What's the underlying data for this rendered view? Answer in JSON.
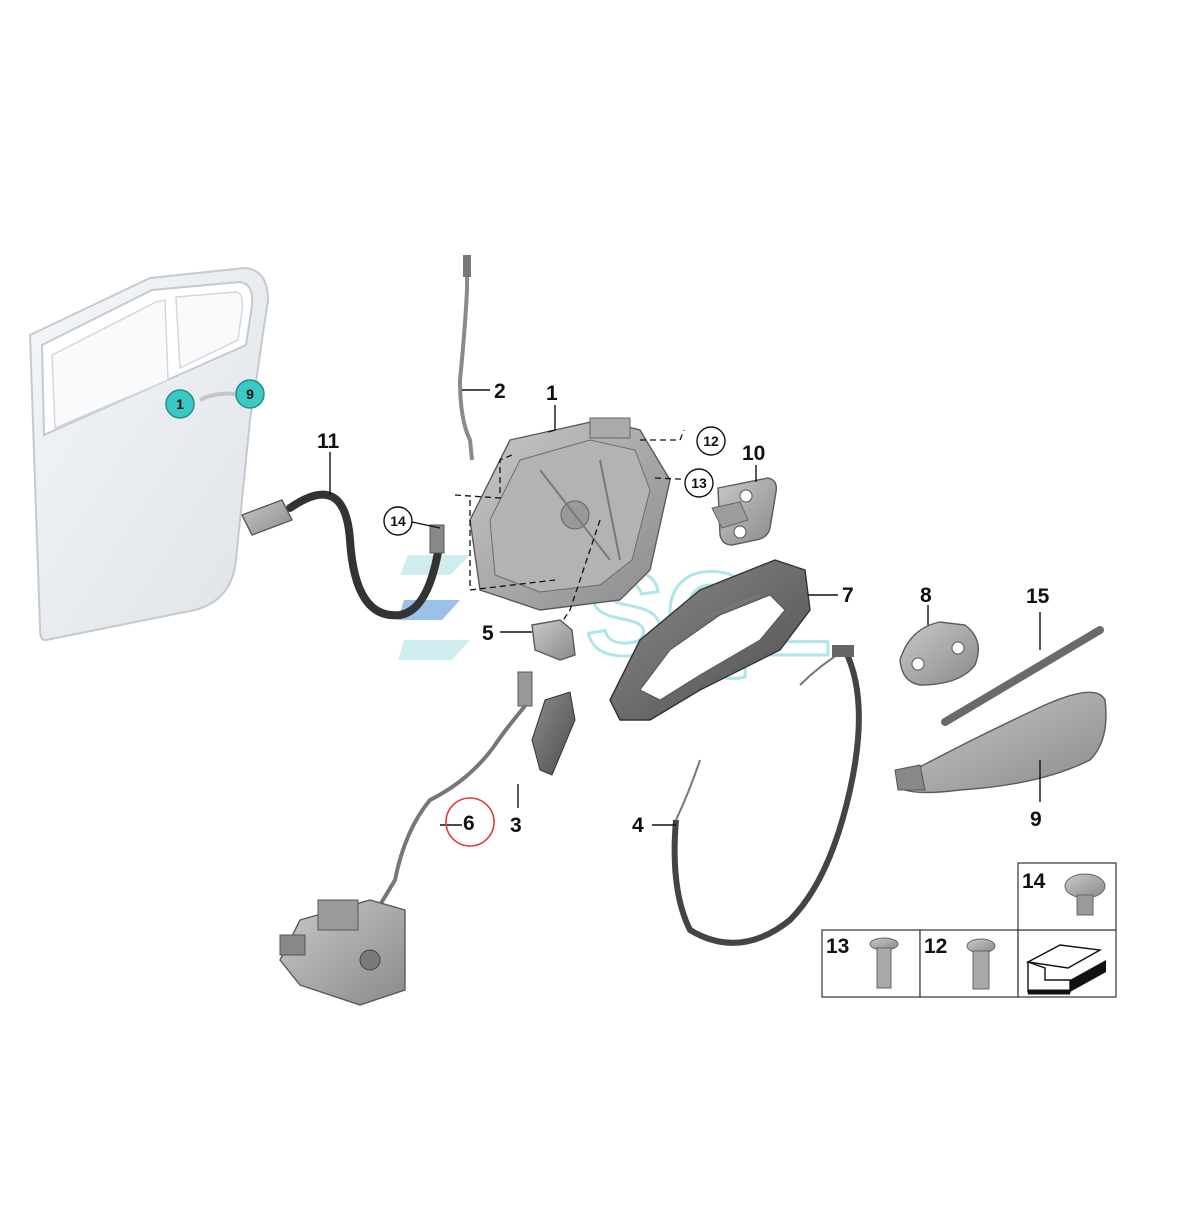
{
  "door_badges": [
    "1",
    "9"
  ],
  "callouts": {
    "c1": "1",
    "c2": "2",
    "c3": "3",
    "c4": "4",
    "c5": "5",
    "c6": "6",
    "c7": "7",
    "c8": "8",
    "c9": "9",
    "c10": "10",
    "c11": "11",
    "c12": "12",
    "c13": "13",
    "c14": "14",
    "c15": "15"
  },
  "legend": {
    "screw_14": "14",
    "screw_13": "13",
    "screw_12": "12"
  },
  "watermark": "SQL",
  "colors": {
    "badge_teal": "#3cc8c4",
    "highlight_red": "#e53935",
    "part_gray": "#9a9a9a",
    "dark_part": "#4a4a4a",
    "watermark_teal": "#6fd3d8"
  }
}
